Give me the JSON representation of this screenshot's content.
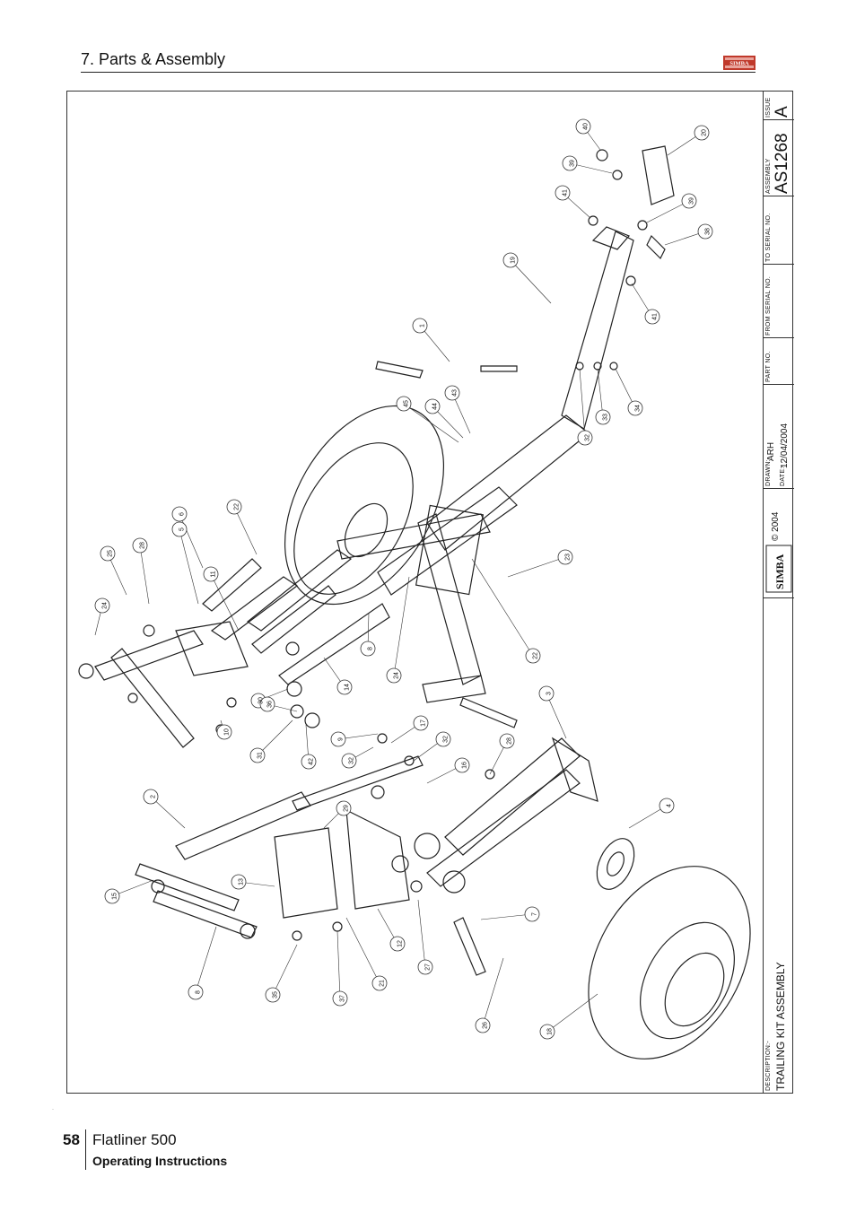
{
  "header": {
    "section_title": "7. Parts & Assembly",
    "logo_text": "SIMBA"
  },
  "title_block": {
    "issue_label": "ISSUE",
    "issue_value": "A",
    "assembly_label": "ASSEMBLY",
    "assembly_value": "AS1268",
    "to_serial_label": "TO SERIAL NO.",
    "from_serial_label": "FROM SERIAL NO.",
    "part_no_label": "PART NO.",
    "drawn_label": "DRAWN:-",
    "drawn_value": "ARH",
    "date_label": "DATE:-",
    "date_value": "12/04/2004",
    "copyright": "© 2004",
    "logo_text": "SIMBA",
    "description_label": "DESCRIPTION:-",
    "description_value": "TRAILING KIT ASSEMBLY"
  },
  "callouts": [
    "40",
    "20",
    "39",
    "39",
    "41",
    "38",
    "19",
    "41",
    "1",
    "45",
    "44",
    "43",
    "32",
    "33",
    "34",
    "6",
    "5",
    "22",
    "25",
    "28",
    "11",
    "24",
    "23",
    "8",
    "22",
    "24",
    "14",
    "3",
    "28",
    "4",
    "17",
    "9",
    "32",
    "32",
    "16",
    "30",
    "31",
    "10",
    "36",
    "42",
    "2",
    "29",
    "13",
    "15",
    "7",
    "12",
    "27",
    "8",
    "35",
    "37",
    "21",
    "26",
    "18"
  ],
  "footer": {
    "page_number": "58",
    "product": "Flatliner 500",
    "subtitle": "Operating Instructions"
  },
  "colors": {
    "line": "#222222",
    "logo_red": "#c0392b"
  }
}
